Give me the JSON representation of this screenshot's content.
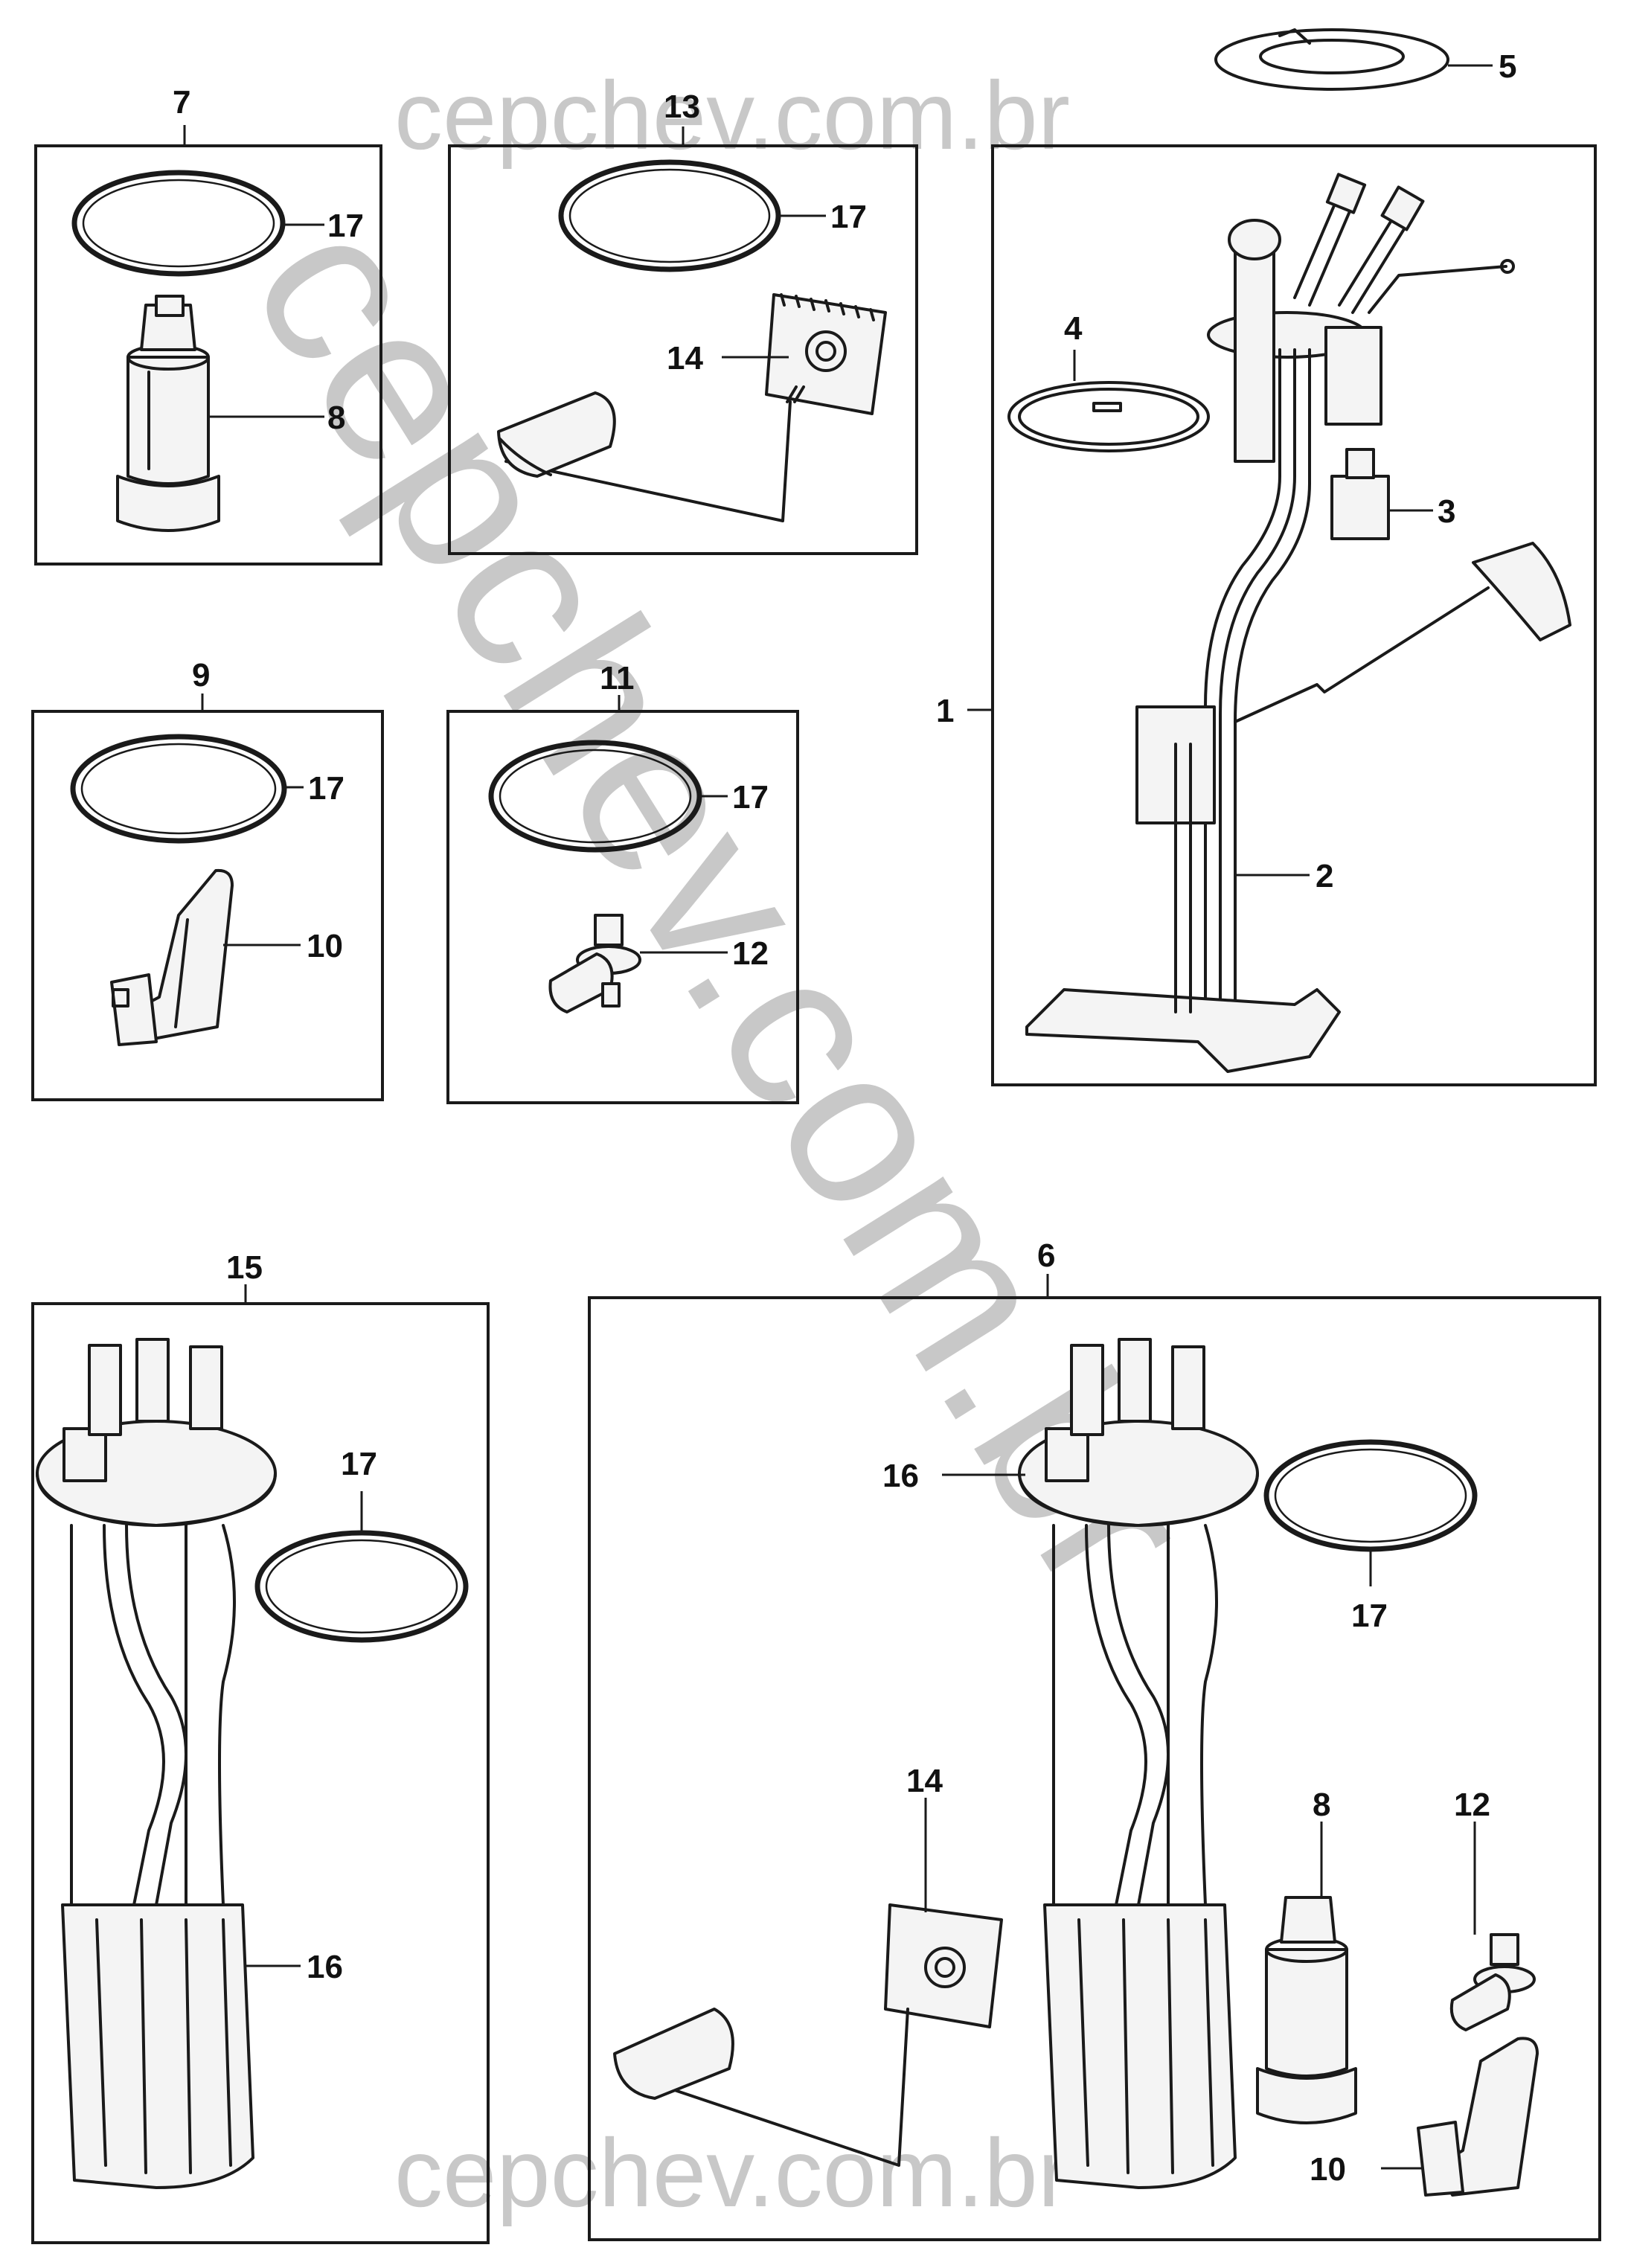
{
  "watermark": {
    "top": "cepchev.com.br",
    "bottom": "cepchev.com.br",
    "diagonal": "cepchev.com.br",
    "color": "#c8c8c8"
  },
  "callouts": {
    "c1": "1",
    "c2": "2",
    "c3": "3",
    "c4": "4",
    "c5": "5",
    "c6": "6",
    "c7": "7",
    "c8": "8",
    "c9": "9",
    "c10": "10",
    "c11": "11",
    "c12": "12",
    "c13": "13",
    "c14": "14",
    "c15": "15",
    "c16": "16",
    "c17": "17"
  },
  "colors": {
    "line": "#1a1a1a",
    "background": "#ffffff"
  }
}
